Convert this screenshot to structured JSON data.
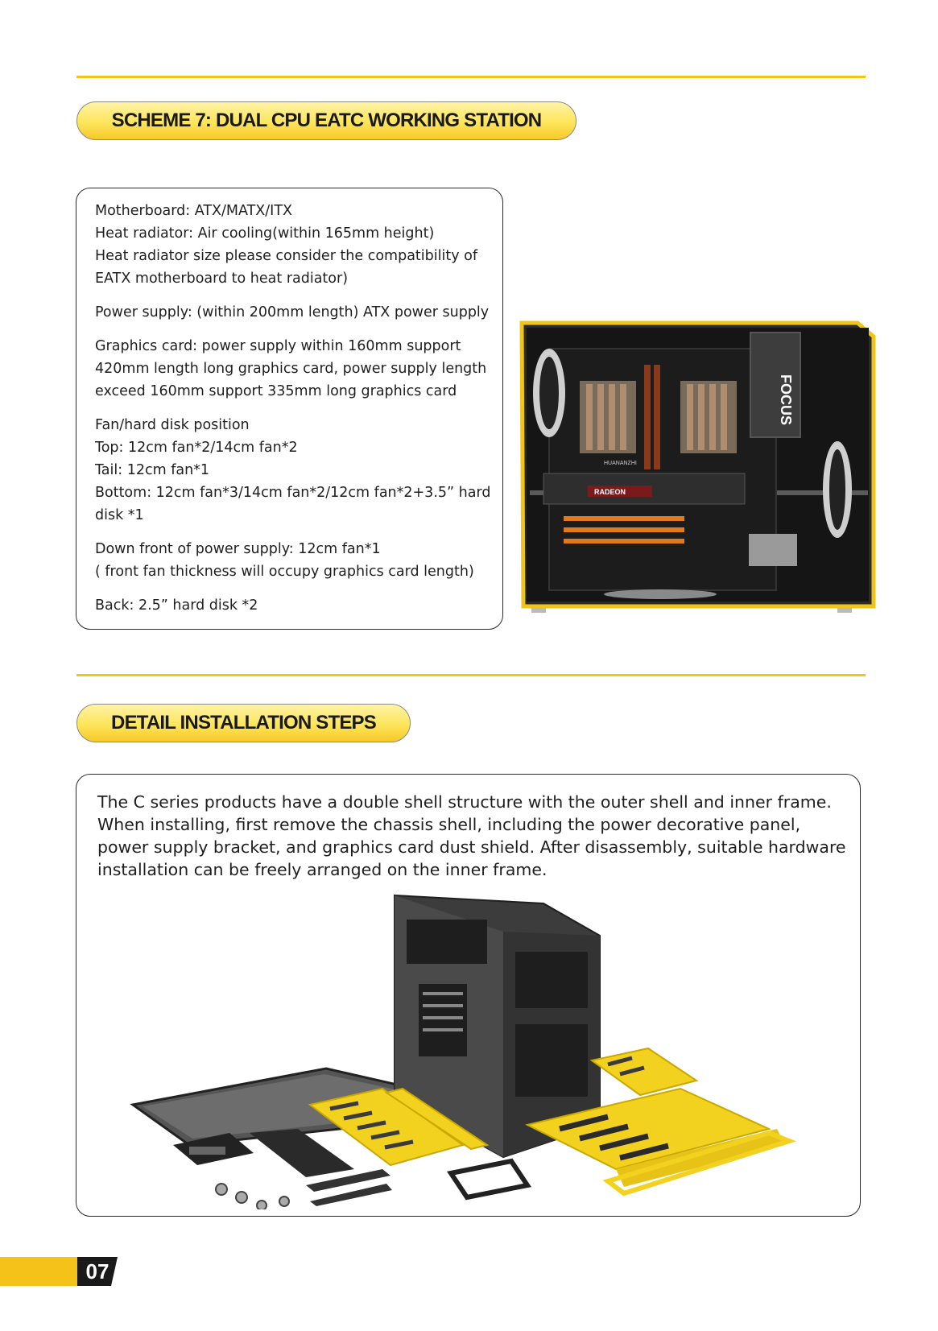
{
  "scheme": {
    "title": "SCHEME 7: DUAL CPU EATC WORKING STATION",
    "spec_groups": [
      [
        "Motherboard: ATX/MATX/ITX",
        "Heat radiator: Air cooling(within 165mm height)",
        "Heat radiator size please consider the compatibility of",
        "EATX motherboard to heat radiator)"
      ],
      [
        "Power supply: (within 200mm length) ATX power supply"
      ],
      [
        "Graphics card: power supply within 160mm support",
        "420mm length long graphics card, power supply length",
        "exceed 160mm support 335mm long graphics card"
      ],
      [
        "Fan/hard disk position",
        "Top: 12cm fan*2/14cm fan*2",
        "Tail: 12cm fan*1",
        "Bottom: 12cm fan*3/14cm fan*2/12cm fan*2+3.5” hard",
        "disk *1"
      ],
      [
        "Down front of power supply: 12cm fan*1",
        "( front fan thickness will occupy graphics card length)"
      ],
      [
        "Back: 2.5” hard disk *2"
      ]
    ],
    "photo": {
      "gpu_label": "RADEON",
      "psu_label": "FOCUS",
      "board_label": "HUANANZHI"
    }
  },
  "installation": {
    "title": "DETAIL INSTALLATION STEPS",
    "intro_lines": [
      "The C series products have a double shell structure with the outer shell and inner frame.",
      "When installing, first remove the chassis shell, including the power decorative panel,",
      "power supply bracket, and graphics card dust shield. After disassembly, suitable hardware",
      "installation can be freely arranged on the inner frame."
    ]
  },
  "footer": {
    "page_number": "07"
  },
  "colors": {
    "accent": "#f5c21a",
    "panel_yellow": "#f2d21f",
    "frame_dark": "#3a3a3a"
  }
}
